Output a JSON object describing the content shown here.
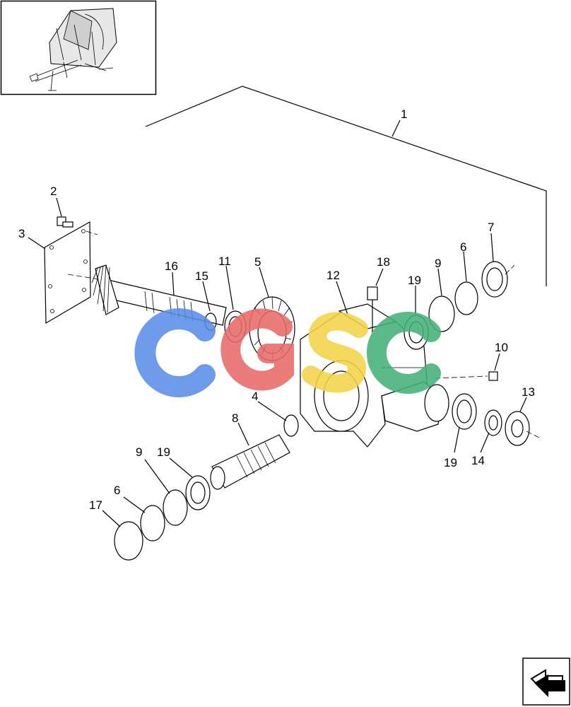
{
  "callouts": {
    "c1": "1",
    "c2": "2",
    "c3": "3",
    "c4": "4",
    "c5": "5",
    "c6a": "6",
    "c6b": "6",
    "c7": "7",
    "c8": "8",
    "c9a": "9",
    "c9b": "9",
    "c10": "10",
    "c11": "11",
    "c12": "12",
    "c13": "13",
    "c14": "14",
    "c15": "15",
    "c16": "16",
    "c17": "17",
    "c18": "18",
    "c19a": "19",
    "c19b": "19",
    "c19c": "19"
  },
  "watermark": {
    "text": "CGSC",
    "colors": [
      "#5b8de8",
      "#e86a6a",
      "#f3d34a",
      "#45b07a"
    ]
  },
  "icons": {
    "thumbnail": "baler-thumbnail",
    "nav": "next-page-arrow-icon"
  }
}
